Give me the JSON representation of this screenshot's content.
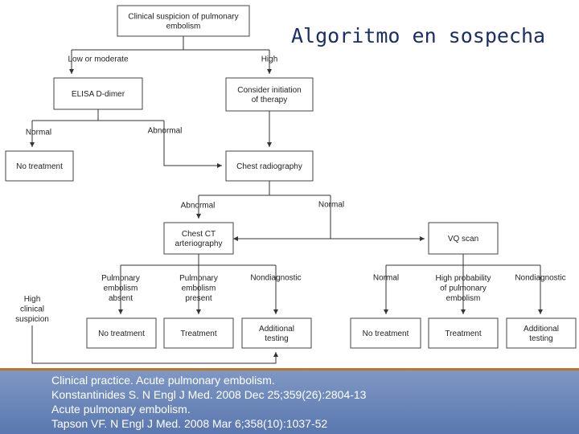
{
  "slide": {
    "title": "Algoritmo en sospecha",
    "references": [
      "Clinical practice. Acute pulmonary embolism.",
      "Konstantinides S. N Engl J Med. 2008 Dec 25;359(26):2804-13",
      "Acute pulmonary embolism.",
      "Tapson VF. N Engl J Med. 2008 Mar 6;358(10):1037-52"
    ]
  },
  "flowchart": {
    "nodes": {
      "suspicion": [
        "Clinical suspicion of pulmonary",
        "embolism"
      ],
      "elisa": [
        "ELISA D-dimer"
      ],
      "therapy": [
        "Consider initiation",
        "of therapy"
      ],
      "no_treatment_1": [
        "No treatment"
      ],
      "chest_radiography": [
        "Chest radiography"
      ],
      "chest_ct": [
        "Chest CT",
        "arteriography"
      ],
      "vq_scan": [
        "VQ scan"
      ],
      "no_treatment_2": [
        "No treatment"
      ],
      "treatment_1": [
        "Treatment"
      ],
      "additional_testing_1": [
        "Additional",
        "testing"
      ],
      "no_treatment_3": [
        "No treatment"
      ],
      "treatment_2": [
        "Treatment"
      ],
      "additional_testing_2": [
        "Additional",
        "testing"
      ]
    },
    "edge_labels": {
      "low_or_moderate": [
        "Low or moderate"
      ],
      "high": [
        "High"
      ],
      "normal_1": [
        "Normal"
      ],
      "abnormal_1": [
        "Abnormal"
      ],
      "abnormal_2": [
        "Abnormal"
      ],
      "normal_2": [
        "Normal"
      ],
      "pe_absent": [
        "Pulmonary",
        "embolism",
        "absent"
      ],
      "pe_present": [
        "Pulmonary",
        "embolism",
        "present"
      ],
      "nondiagnostic_1": [
        "Nondiagnostic"
      ],
      "high_clinical_suspicion": [
        "High",
        "clinical",
        "suspicion"
      ],
      "normal_3": [
        "Normal"
      ],
      "high_probability": [
        "High probability",
        "of pulmonary",
        "embolism"
      ],
      "nondiagnostic_2": [
        "Nondiagnostic"
      ]
    }
  }
}
